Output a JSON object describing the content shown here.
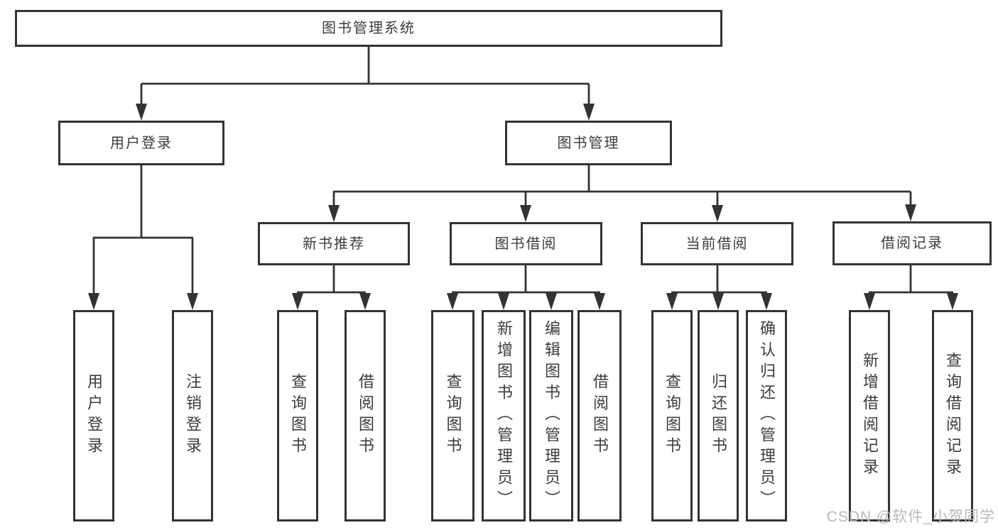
{
  "tree": {
    "label": "图书管理系统",
    "children": [
      {
        "label": "用户登录",
        "children": [
          {
            "label": "用户登录"
          },
          {
            "label": "注销登录"
          }
        ]
      },
      {
        "label": "图书管理",
        "children": [
          {
            "label": "新书推荐",
            "children": [
              {
                "label": "查询图书"
              },
              {
                "label": "借阅图书"
              }
            ]
          },
          {
            "label": "图书借阅",
            "children": [
              {
                "label": "查询图书"
              },
              {
                "label": "新增图书（管理员）"
              },
              {
                "label": "编辑图书（管理员）"
              },
              {
                "label": "借阅图书"
              }
            ]
          },
          {
            "label": "当前借阅",
            "children": [
              {
                "label": "查询图书"
              },
              {
                "label": "归还图书"
              },
              {
                "label": "确认归还（管理员）"
              }
            ]
          },
          {
            "label": "借阅记录",
            "children": [
              {
                "label": "新增借阅记录"
              },
              {
                "label": "查询借阅记录"
              }
            ]
          }
        ]
      }
    ]
  },
  "watermark": {
    "text": "CSDN @软件_小贺同学"
  },
  "colors": {
    "line": "#333333",
    "text": "#3c3c3c",
    "background": "#ffffff",
    "watermark": "#b9b9b9"
  }
}
